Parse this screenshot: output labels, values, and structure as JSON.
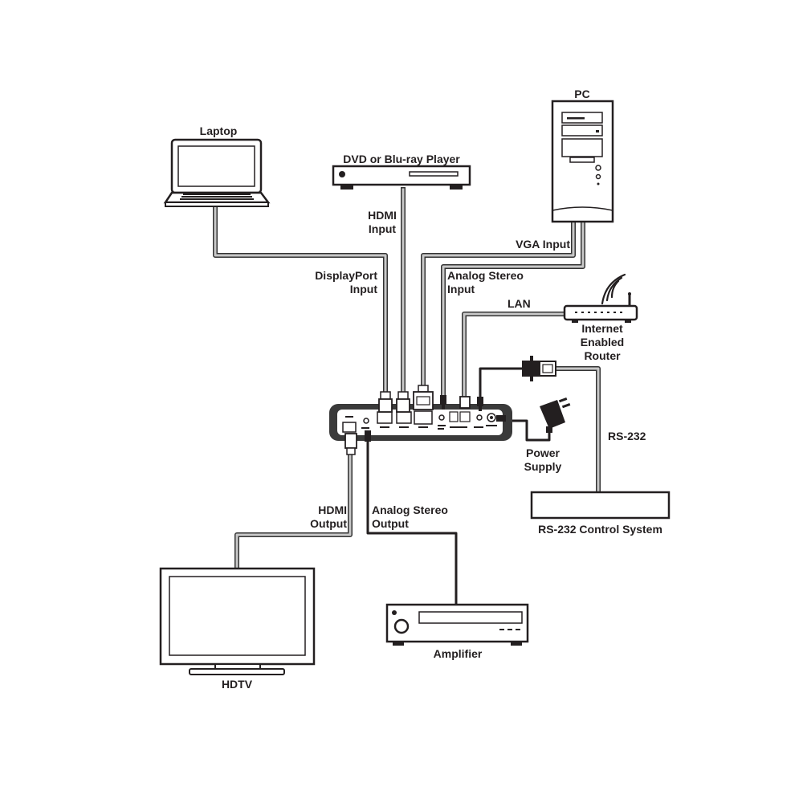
{
  "devices": {
    "laptop": "Laptop",
    "dvd": "DVD or Blu-ray Player",
    "pc": "PC",
    "router": [
      "Internet",
      "Enabled",
      "Router"
    ],
    "power": [
      "Power",
      "Supply"
    ],
    "rs232_system": "RS-232 Control System",
    "hdtv": "HDTV",
    "amplifier": "Amplifier"
  },
  "connections": {
    "hdmi_input": [
      "HDMI",
      "Input"
    ],
    "displayport_input": [
      "DisplayPort",
      "Input"
    ],
    "vga_input": "VGA Input",
    "analog_input": [
      "Analog Stereo",
      "Input"
    ],
    "lan": "LAN",
    "rs232": "RS-232",
    "hdmi_output": [
      "HDMI",
      "Output"
    ],
    "analog_output": [
      "Analog Stereo",
      "Output"
    ]
  },
  "colors": {
    "ink": "#231f20",
    "cable": "#b9b9b9",
    "cable_edge": "#333333",
    "panel": "#3a3a3a"
  }
}
